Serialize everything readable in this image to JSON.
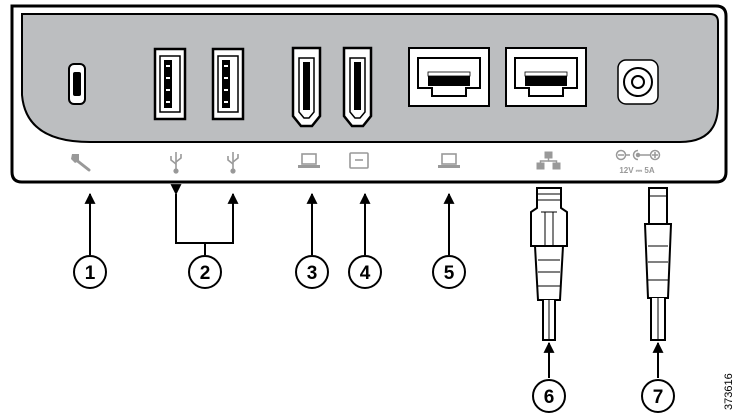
{
  "diagram": {
    "ports": [
      {
        "id": "mini-usb",
        "icon": "wrench-icon"
      },
      {
        "id": "usb-a-1",
        "icon": "usb-icon"
      },
      {
        "id": "usb-a-2",
        "icon": "usb-icon"
      },
      {
        "id": "hdmi-1",
        "icon": "laptop-icon"
      },
      {
        "id": "hdmi-2",
        "icon": "display-icon"
      },
      {
        "id": "ethernet-1",
        "icon": "laptop-icon"
      },
      {
        "id": "ethernet-2",
        "icon": "network-icon"
      },
      {
        "id": "power-jack",
        "icon": "power-polarity-icon"
      }
    ],
    "power_label": "12V ⎓ 5A",
    "callouts": [
      "1",
      "2",
      "3",
      "4",
      "5",
      "6",
      "7"
    ],
    "figure_id": "373616",
    "colors": {
      "panel": "#bcbec0",
      "outline": "#000000",
      "icon": "#999999",
      "port_face": "#ffffff"
    }
  }
}
